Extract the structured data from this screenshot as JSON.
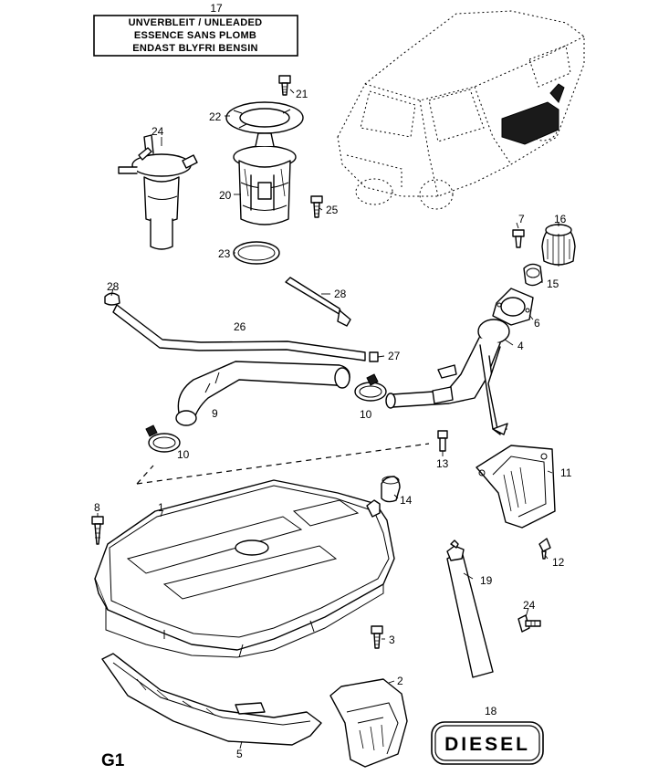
{
  "unleaded_label": {
    "lines": [
      "UNVERBLEIT / UNLEADED",
      "ESSENCE SANS PLOMB",
      "ENDAST BLYFRI BENSIN"
    ]
  },
  "diesel_label": {
    "text": "DIESEL"
  },
  "page_ref": "G1",
  "callouts": {
    "c1": "1",
    "c2": "2",
    "c3": "3",
    "c4": "4",
    "c5": "5",
    "c6": "6",
    "c7": "7",
    "c8": "8",
    "c9": "9",
    "c10a": "10",
    "c10b": "10",
    "c11": "11",
    "c12": "12",
    "c13": "13",
    "c14": "14",
    "c15": "15",
    "c16": "16",
    "c17": "17",
    "c18": "18",
    "c19": "19",
    "c20": "20",
    "c21": "21",
    "c22": "22",
    "c23": "23",
    "c24a": "24",
    "c24b": "24",
    "c25": "25",
    "c26": "26",
    "c27": "27",
    "c28a": "28",
    "c28b": "28"
  }
}
